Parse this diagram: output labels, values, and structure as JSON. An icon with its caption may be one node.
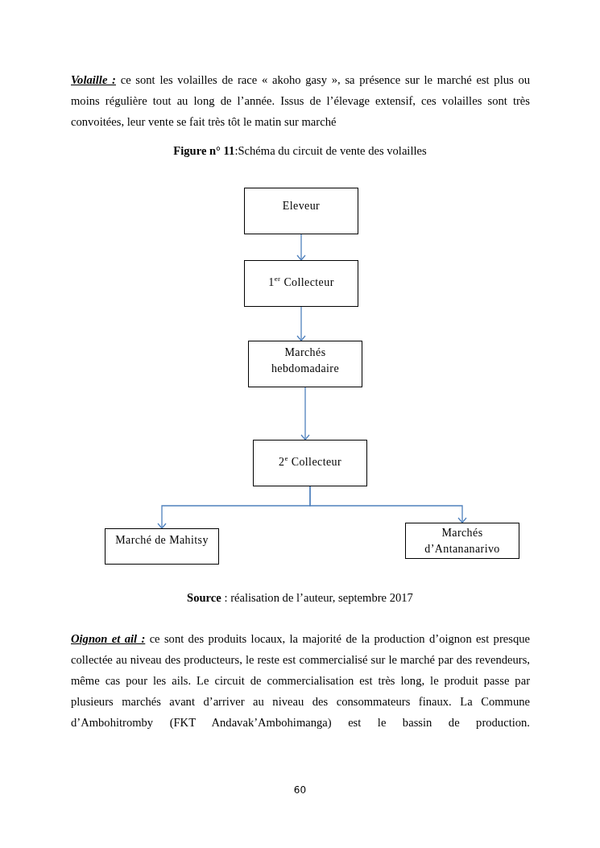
{
  "diagram": {
    "title": "**Figure n° 11**:Schéma du circuit de vente des volailles",
    "caption": "**Source** : réalisation de l’auteur, septembre 2017",
    "nodes": [
      {
        "text": [
          "Eleveur"
        ]
      },
      {
        "text": [
          "1$^{er}$ Collecteur"
        ]
      },
      {
        "text": [
          "Marchés hebdomadaire"
        ]
      },
      {
        "text": [
          "2$^{e}$ Collecteur"
        ]
      },
      {
        "text": [
          "Marché de Mahitsy"
        ]
      },
      {
        "text": [
          "Marchés d’Antananarivo"
        ]
      }
    ],
    "edges": [
      {
        "from": 0,
        "to": 1,
        "arrow": "to"
      },
      {
        "from": 1,
        "to": 2,
        "arrow": "to"
      },
      {
        "from": 2,
        "to": 3,
        "arrow": "to"
      },
      {
        "from": 3,
        "to": 4,
        "arrow": "to"
      },
      {
        "from": 3,
        "to": 5,
        "arrow": "to"
      }
    ],
    "labels": [
      "**Volaille :** ce sont les volailles de race « akoho gasy », sa présence sur le marché est plus ou moins régulière tout au long de l’année. Issus de l’élevage extensif, ces volailles sont très convoitées,  leur vente se fait très tôt le matin sur marché",
      "**Oignon et ail :** ce sont des produits locaux, la majorité de la production d’oignon est presque collectée au niveau des producteurs, le reste est commercialisé sur le marché par des revendeurs, même cas pour les ails. Le circuit de commercialisation est très long, le produit passe par plusieurs marchés avant d’arriver au niveau des consommateurs finaux. La Commune d’Ambohitromby (FKT Andavak’Ambohimanga) est le bassin de production.",
      "60"
    ]
  }
}
